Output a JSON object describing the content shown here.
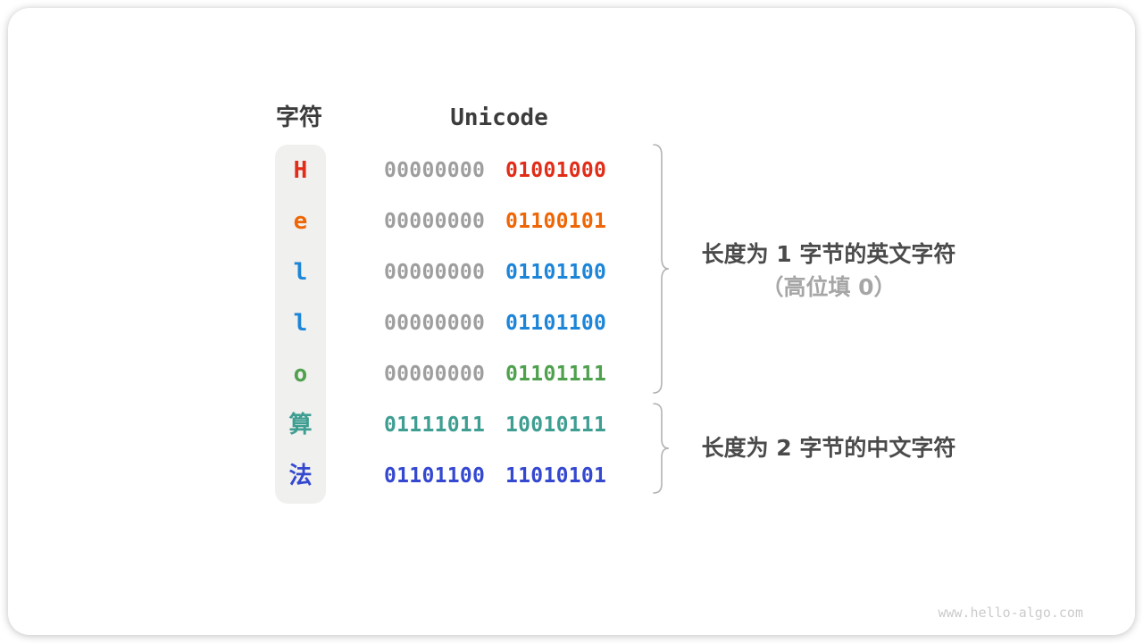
{
  "headers": {
    "char": "字符",
    "unicode": "Unicode"
  },
  "rows": [
    {
      "char": "H",
      "char_color": "#e12c18",
      "byte1": "00000000",
      "byte1_color": "#9e9e9e",
      "byte2": "01001000",
      "byte2_color": "#e12c18"
    },
    {
      "char": "e",
      "char_color": "#ee6606",
      "byte1": "00000000",
      "byte1_color": "#9e9e9e",
      "byte2": "01100101",
      "byte2_color": "#ee6606"
    },
    {
      "char": "l",
      "char_color": "#1c85d8",
      "byte1": "00000000",
      "byte1_color": "#9e9e9e",
      "byte2": "01101100",
      "byte2_color": "#1c85d8"
    },
    {
      "char": "l",
      "char_color": "#1c85d8",
      "byte1": "00000000",
      "byte1_color": "#9e9e9e",
      "byte2": "01101100",
      "byte2_color": "#1c85d8"
    },
    {
      "char": "o",
      "char_color": "#4fa14e",
      "byte1": "00000000",
      "byte1_color": "#9e9e9e",
      "byte2": "01101111",
      "byte2_color": "#4fa14e"
    },
    {
      "char": "算",
      "char_color": "#3d9e91",
      "byte1": "01111011",
      "byte1_color": "#3d9e91",
      "byte2": "10010111",
      "byte2_color": "#3d9e91"
    },
    {
      "char": "法",
      "char_color": "#3448d0",
      "byte1": "01101100",
      "byte1_color": "#3448d0",
      "byte2": "11010101",
      "byte2_color": "#3448d0"
    }
  ],
  "annotations": {
    "english_group": {
      "line1": "长度为 1 字节的英文字符",
      "line2": "（高位填 0）"
    },
    "chinese_group": {
      "line1": "长度为 2 字节的中文字符"
    }
  },
  "watermark": "www.hello-algo.com"
}
